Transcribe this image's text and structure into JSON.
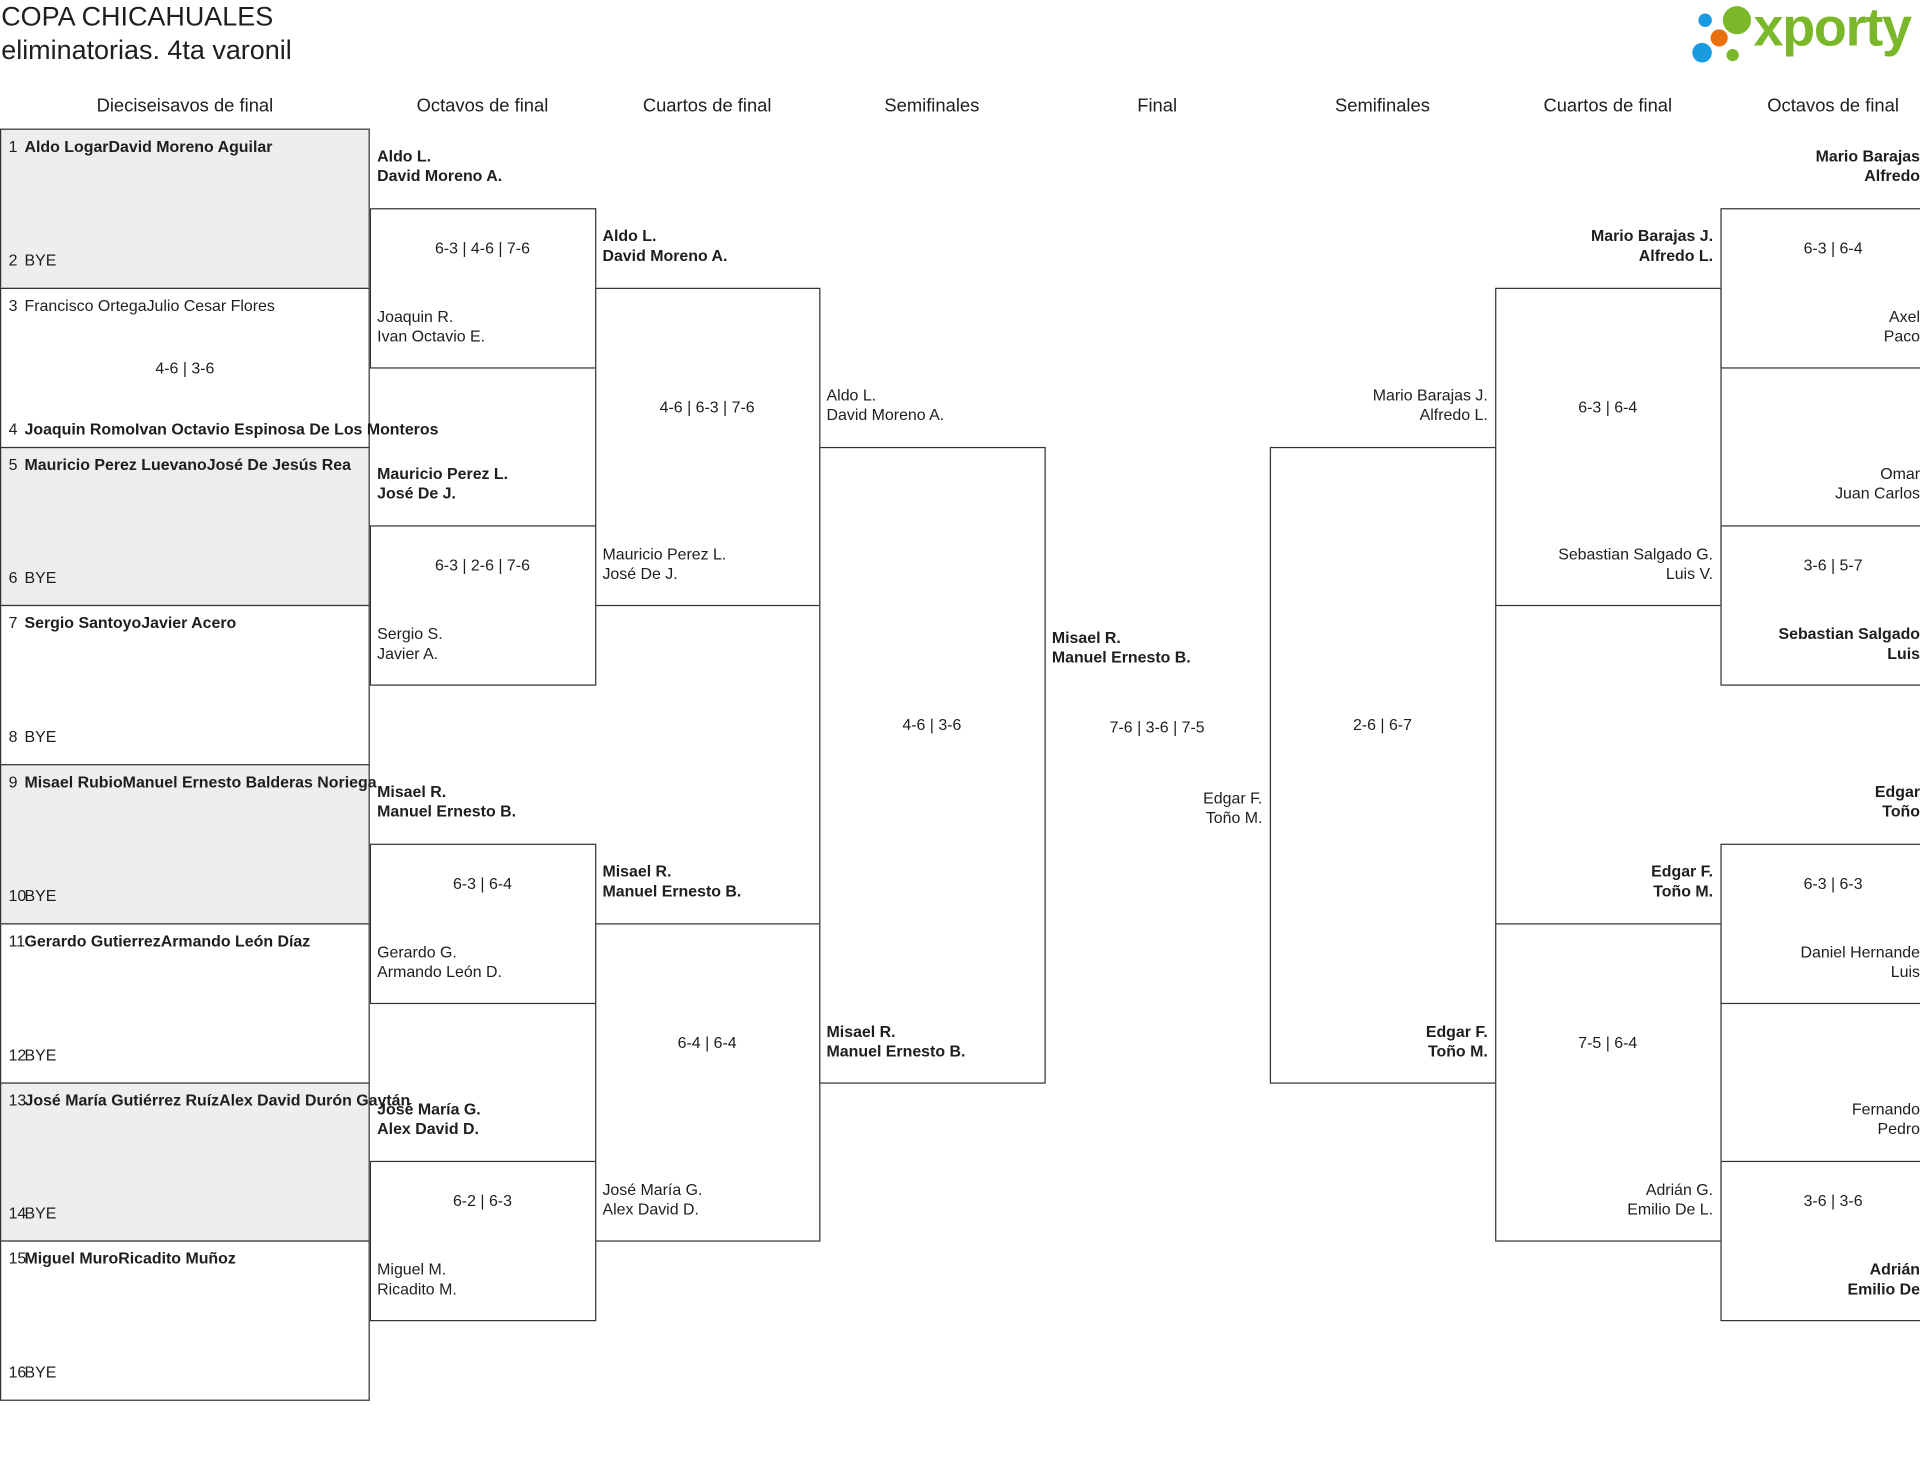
{
  "header": {
    "title": "COPA CHICAHUALES",
    "subtitle": "eliminatorias. 4ta varonil",
    "logo": {
      "text": "xporty",
      "colors": {
        "green": "#7ab82a",
        "blue": "#1a9be0",
        "orange": "#e8700f"
      }
    }
  },
  "round_headers": [
    "Dieciseisavos de final",
    "Octavos de final",
    "Cuartos de final",
    "Semifinales",
    "Final",
    "Semifinales",
    "Cuartos de final",
    "Octavos de final"
  ],
  "colors": {
    "border": "#333333",
    "shaded_box": "#eeeeee",
    "text": "#1e1e1e"
  },
  "dieciseisavos": [
    {
      "score": "",
      "teams": [
        {
          "seed": "1",
          "lines": [
            "Aldo Logar",
            "David Moreno Aguilar"
          ],
          "winner": true
        },
        {
          "seed": "2",
          "lines": [
            "BYE"
          ],
          "winner": false
        }
      ]
    },
    {
      "score": "4-6 | 3-6",
      "teams": [
        {
          "seed": "3",
          "lines": [
            "Francisco Ortega",
            "Julio Cesar Flores"
          ],
          "winner": false
        },
        {
          "seed": "4",
          "lines": [
            "Joaquin Romo",
            "Ivan Octavio Espinosa De Los Monteros"
          ],
          "winner": true
        }
      ]
    },
    {
      "score": "",
      "teams": [
        {
          "seed": "5",
          "lines": [
            "Mauricio Perez Luevano",
            "José De Jesús Rea"
          ],
          "winner": true
        },
        {
          "seed": "6",
          "lines": [
            "BYE"
          ],
          "winner": false
        }
      ]
    },
    {
      "score": "",
      "teams": [
        {
          "seed": "7",
          "lines": [
            "Sergio Santoyo",
            "Javier Acero"
          ],
          "winner": true
        },
        {
          "seed": "8",
          "lines": [
            "BYE"
          ],
          "winner": false
        }
      ]
    },
    {
      "score": "",
      "teams": [
        {
          "seed": "9",
          "lines": [
            "Misael Rubio",
            "Manuel Ernesto Balderas Noriega"
          ],
          "winner": true
        },
        {
          "seed": "10",
          "lines": [
            "BYE"
          ],
          "winner": false
        }
      ]
    },
    {
      "score": "",
      "teams": [
        {
          "seed": "11",
          "lines": [
            "Gerardo Gutierrez",
            "Armando León Díaz"
          ],
          "winner": true
        },
        {
          "seed": "12",
          "lines": [
            "BYE"
          ],
          "winner": false
        }
      ]
    },
    {
      "score": "",
      "teams": [
        {
          "seed": "13",
          "lines": [
            "José María Gutiérrez Ruíz",
            "Alex David Durón Gaytán"
          ],
          "winner": true
        },
        {
          "seed": "14",
          "lines": [
            "BYE"
          ],
          "winner": false
        }
      ]
    },
    {
      "score": "",
      "teams": [
        {
          "seed": "15",
          "lines": [
            "Miguel Muro",
            "Ricadito Muñoz"
          ],
          "winner": true
        },
        {
          "seed": "16",
          "lines": [
            "BYE"
          ],
          "winner": false
        }
      ]
    }
  ],
  "left": {
    "octavos": [
      {
        "score": "6-3 | 4-6 | 7-6",
        "top": {
          "lines": [
            "Aldo L.",
            "David Moreno A."
          ],
          "winner": true
        },
        "bottom": {
          "lines": [
            "Joaquin R.",
            "Ivan Octavio E."
          ],
          "winner": false
        }
      },
      {
        "score": "6-3 | 2-6 | 7-6",
        "top": {
          "lines": [
            "Mauricio Perez L.",
            "José De J."
          ],
          "winner": true
        },
        "bottom": {
          "lines": [
            "Sergio S.",
            "Javier A."
          ],
          "winner": false
        }
      },
      {
        "score": "6-3 | 6-4",
        "top": {
          "lines": [
            "Misael R.",
            "Manuel Ernesto B."
          ],
          "winner": true
        },
        "bottom": {
          "lines": [
            "Gerardo G.",
            "Armando León D."
          ],
          "winner": false
        }
      },
      {
        "score": "6-2 | 6-3",
        "top": {
          "lines": [
            "José María G.",
            "Alex David D."
          ],
          "winner": true
        },
        "bottom": {
          "lines": [
            "Miguel M.",
            "Ricadito M."
          ],
          "winner": false
        }
      }
    ],
    "cuartos": [
      {
        "score": "4-6 | 6-3 | 7-6",
        "top": {
          "lines": [
            "Aldo L.",
            "David Moreno A."
          ],
          "winner": true
        },
        "bottom": {
          "lines": [
            "Mauricio Perez L.",
            "José De J."
          ],
          "winner": false
        }
      },
      {
        "score": "6-4 | 6-4",
        "top": {
          "lines": [
            "Misael R.",
            "Manuel Ernesto B."
          ],
          "winner": true
        },
        "bottom": {
          "lines": [
            "José María G.",
            "Alex David D."
          ],
          "winner": false
        }
      }
    ],
    "semis": [
      {
        "score": "4-6 | 3-6",
        "top": {
          "lines": [
            "Aldo L.",
            "David Moreno A."
          ],
          "winner": false
        },
        "bottom": {
          "lines": [
            "Misael R.",
            "Manuel Ernesto B."
          ],
          "winner": true
        }
      }
    ]
  },
  "final": {
    "score": "7-6 | 3-6 | 7-5",
    "top": {
      "lines": [
        "Misael R.",
        "Manuel Ernesto B."
      ],
      "winner": true
    },
    "bottom": {
      "lines": [
        "Edgar F.",
        "Toño M."
      ],
      "winner": false
    }
  },
  "right": {
    "semis": [
      {
        "score": "2-6 | 6-7",
        "top": {
          "lines": [
            "Mario Barajas J.",
            "Alfredo L."
          ],
          "winner": false
        },
        "bottom": {
          "lines": [
            "Edgar F.",
            "Toño M."
          ],
          "winner": true
        }
      }
    ],
    "cuartos": [
      {
        "score": "6-3 | 6-4",
        "top": {
          "lines": [
            "Mario Barajas J.",
            "Alfredo L."
          ],
          "winner": true
        },
        "bottom": {
          "lines": [
            "Sebastian Salgado G.",
            "Luis V."
          ],
          "winner": false
        }
      },
      {
        "score": "7-5 | 6-4",
        "top": {
          "lines": [
            "Edgar F.",
            "Toño M."
          ],
          "winner": true
        },
        "bottom": {
          "lines": [
            "Adrián G.",
            "Emilio De L."
          ],
          "winner": false
        }
      }
    ],
    "octavos": [
      {
        "score": "6-3 | 6-4",
        "top": {
          "lines": [
            "Mario Barajas",
            "Alfredo"
          ],
          "winner": true
        },
        "bottom": {
          "lines": [
            "Axel",
            "Paco"
          ],
          "winner": false
        }
      },
      {
        "score": "3-6 | 5-7",
        "top": {
          "lines": [
            "Omar",
            "Juan Carlos"
          ],
          "winner": false
        },
        "bottom": {
          "lines": [
            "Sebastian Salgado",
            "Luis"
          ],
          "winner": true
        }
      },
      {
        "score": "6-3 | 6-3",
        "top": {
          "lines": [
            "Edgar",
            "Toño"
          ],
          "winner": true
        },
        "bottom": {
          "lines": [
            "Daniel Hernande",
            "Luis"
          ],
          "winner": false
        }
      },
      {
        "score": "3-6 | 3-6",
        "top": {
          "lines": [
            "Fernando",
            "Pedro"
          ],
          "winner": false
        },
        "bottom": {
          "lines": [
            "Adrián",
            "Emilio De"
          ],
          "winner": true
        }
      }
    ]
  }
}
